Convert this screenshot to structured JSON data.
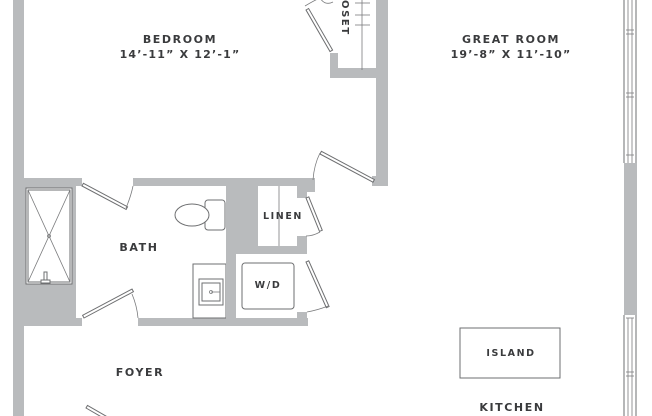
{
  "plan": {
    "colors": {
      "wall": "#b9bbbd",
      "line": "#6e6f71",
      "label": "#3a3b3d",
      "background": "#ffffff"
    },
    "rooms": {
      "bedroom": {
        "name": "BEDROOM",
        "dimensions": "14’-11” X 12’-1”"
      },
      "great_room": {
        "name": "GREAT ROOM",
        "dimensions": "19’-8” X 11’-10”"
      },
      "closet": {
        "name": "OSET"
      },
      "bath": {
        "name": "BATH"
      },
      "linen": {
        "name": "LINEN"
      },
      "wd": {
        "name": "W/D"
      },
      "foyer": {
        "name": "FOYER"
      },
      "island": {
        "name": "ISLAND"
      },
      "kitchen": {
        "name": "KITCHEN"
      }
    }
  }
}
